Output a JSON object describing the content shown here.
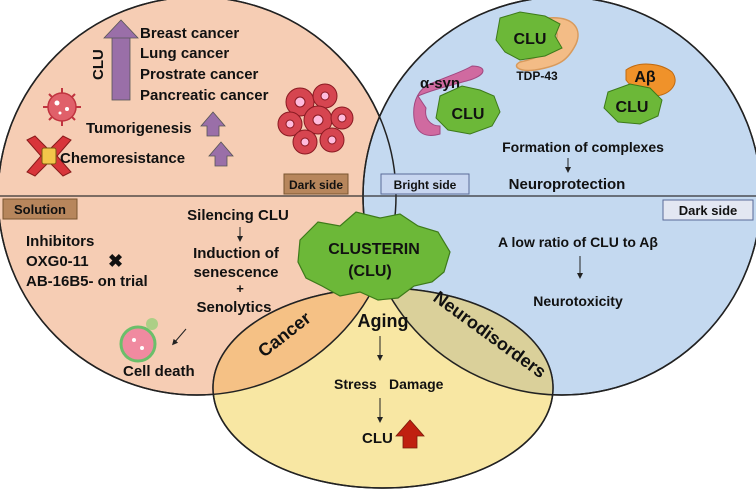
{
  "center": {
    "line1": "CLUSTERIN",
    "line2": "(CLU)"
  },
  "cancer": {
    "label": "Cancer",
    "clu_label": "CLU",
    "types": [
      "Breast cancer",
      "Lung cancer",
      "Prostrate cancer",
      "Pancreatic cancer"
    ],
    "tumorigenesis": "Tumorigenesis",
    "chemoresistance": "Chemoresistance",
    "dark_side": "Dark side",
    "solution": "Solution",
    "inhibitors": [
      "Inhibitors",
      "OXG0-11",
      "AB-16B5- on trial"
    ],
    "flow": [
      "Silencing CLU",
      "Induction of",
      "senescence",
      "+",
      "Senolytics",
      "Cell death"
    ]
  },
  "neuro": {
    "label": "Neurodisorders",
    "alpha_syn": "α-syn",
    "tdp43": "TDP-43",
    "abeta": "Aβ",
    "clu": "CLU",
    "formation": "Formation of complexes",
    "neuroprotection": "Neuroprotection",
    "bright_side": "Bright side",
    "dark_side": "Dark side",
    "ratio": "A low ratio of CLU to Aβ",
    "neurotoxicity": "Neurotoxicity"
  },
  "aging": {
    "label": "Aging",
    "stress": "Stress",
    "damage": "Damage",
    "clu": "CLU"
  },
  "colors": {
    "cancer": "#f6cdb4",
    "neuro": "#c4d9f0",
    "aging": "#f8e7a3",
    "clu": "#6cb838",
    "arrow_purple": "#9a6fa8",
    "arrow_red": "#c02010"
  }
}
